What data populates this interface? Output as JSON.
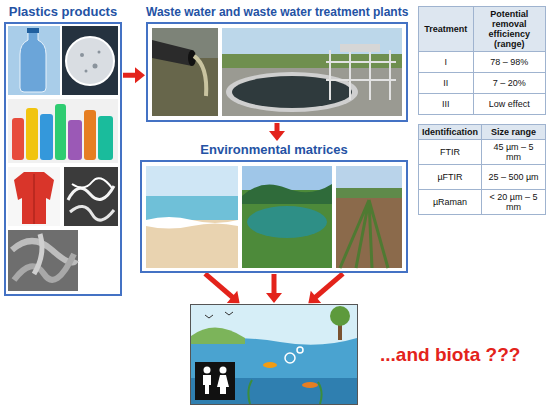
{
  "diagram": {
    "nodes": [
      {
        "text": [
          "Plastics products"
        ]
      },
      {
        "text": [
          "Waste water and waste water treatment plants"
        ]
      },
      {
        "text": [
          "Environmental matrices"
        ]
      },
      {
        "text": [
          "...and biota ???"
        ]
      }
    ],
    "edges": [
      {
        "from": 0,
        "to": 1,
        "arrow": "to"
      },
      {
        "from": 1,
        "to": 2,
        "arrow": "to"
      },
      {
        "from": 2,
        "to": 3,
        "arrow": "to"
      },
      {
        "from": 2,
        "to": 3,
        "arrow": "to"
      },
      {
        "from": 2,
        "to": 3,
        "arrow": "to"
      }
    ],
    "labels": [
      "Treatment",
      "Potential removal efficiency (range)",
      "I",
      "78 – 98%",
      "II",
      "7 – 20%",
      "III",
      "Low effect",
      "Identification",
      "Size range",
      "FTIR",
      "45 µm – 5 mm",
      "µFTIR",
      "25 – 500 µm",
      "µRaman",
      "< 20 µm – 5 mm"
    ]
  }
}
